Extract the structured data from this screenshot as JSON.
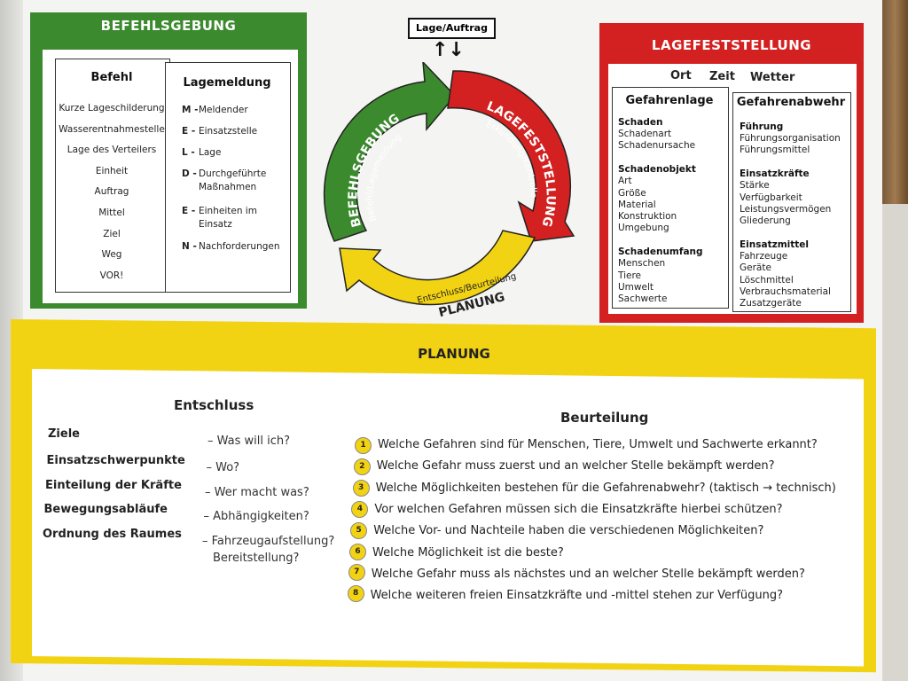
{
  "befehlsgebung": {
    "title": "BEFEHLSGEBUNG",
    "befehl": {
      "header": "Befehl",
      "items": [
        "Kurze Lageschilderung",
        "Wasserentnahmestelle",
        "Lage des Verteilers",
        "Einheit",
        "Auftrag",
        "Mittel",
        "Ziel",
        "Weg",
        "VOR!"
      ]
    },
    "lagemeldung": {
      "header": "Lagemeldung",
      "items": [
        {
          "letter": "M",
          "text": "Meldender"
        },
        {
          "letter": "E",
          "text": "Einsatzstelle"
        },
        {
          "letter": "L",
          "text": "Lage"
        },
        {
          "letter": "D",
          "text": "Durchgeführte",
          "text2": "Maßnahmen"
        },
        {
          "letter": "E",
          "text": "Einheiten im",
          "text2": "Einsatz"
        },
        {
          "letter": "N",
          "text": "Nachforderungen"
        }
      ]
    }
  },
  "cycle": {
    "top_box": "Lage/Auftrag",
    "arrows_glyph": "↑↓",
    "green_main": "BEFEHLSGEBUNG",
    "green_sub": "Befehl/Lagemeldung",
    "red_main": "LAGEFESTSTELLUNG",
    "red_sub": "Erkundung/Kontrolle",
    "yellow_main": "PLANUNG",
    "yellow_sub": "Entschluss/Beurteilung",
    "colors": {
      "green": "#3b8a2e",
      "red": "#d32020",
      "yellow": "#f2d313"
    }
  },
  "lagefeststellung": {
    "title": "LAGEFESTSTELLUNG",
    "top_labels": [
      "Ort",
      "Zeit",
      "Wetter"
    ],
    "gefahrenlage": {
      "header": "Gefahrenlage",
      "groups": [
        {
          "title": "Schaden",
          "items": [
            "Schadenart",
            "Schadenursache"
          ]
        },
        {
          "title": "Schadenobjekt",
          "items": [
            "Art",
            "Größe",
            "Material",
            "Konstruktion",
            "Umgebung"
          ]
        },
        {
          "title": "Schadenumfang",
          "items": [
            "Menschen",
            "Tiere",
            "Umwelt",
            "Sachwerte"
          ]
        }
      ]
    },
    "gefahrenabwehr": {
      "header": "Gefahrenabwehr",
      "groups": [
        {
          "title": "Führung",
          "items": [
            "Führungsorganisation",
            "Führungsmittel"
          ]
        },
        {
          "title": "Einsatzkräfte",
          "items": [
            "Stärke",
            "Verfügbarkeit",
            "Leistungsvermögen",
            "Gliederung"
          ]
        },
        {
          "title": "Einsatzmittel",
          "items": [
            "Fahrzeuge",
            "Geräte",
            "Löschmittel",
            "Verbrauchsmaterial",
            "Zusatzgeräte"
          ]
        }
      ]
    }
  },
  "planung": {
    "title": "PLANUNG",
    "entschluss": {
      "header": "Entschluss",
      "rows": [
        {
          "label": "Ziele",
          "question": "– Was will ich?"
        },
        {
          "label": "Einsatzschwerpunkte",
          "question": "– Wo?"
        },
        {
          "label": "Einteilung der Kräfte",
          "question": "– Wer macht was?"
        },
        {
          "label": "Bewegungsabläufe",
          "question": "– Abhängigkeiten?"
        },
        {
          "label": "Ordnung des Raumes",
          "question": "– Fahrzeugaufstellung?",
          "question2": "Bereitstellung?"
        }
      ]
    },
    "beurteilung": {
      "header": "Beurteilung",
      "questions": [
        {
          "n": "1",
          "text": "Welche Gefahren sind für Menschen, Tiere, Umwelt und Sachwerte erkannt?"
        },
        {
          "n": "2",
          "text": "Welche Gefahr muss zuerst und an welcher Stelle bekämpft werden?"
        },
        {
          "n": "3",
          "text": "Welche Möglichkeiten bestehen für die Gefahrenabwehr? (taktisch → technisch)"
        },
        {
          "n": "4",
          "text": "Vor welchen Gefahren müssen sich die Einsatzkräfte hierbei schützen?"
        },
        {
          "n": "5",
          "text": "Welche Vor- und Nachteile haben die verschiedenen Möglichkeiten?"
        },
        {
          "n": "6",
          "text": "Welche Möglichkeit ist die beste?"
        },
        {
          "n": "7",
          "text": "Welche Gefahr muss als nächstes und an welcher Stelle bekämpft werden?"
        },
        {
          "n": "8",
          "text": "Welche weiteren freien Einsatzkräfte und -mittel stehen zur Verfügung?"
        }
      ]
    }
  }
}
